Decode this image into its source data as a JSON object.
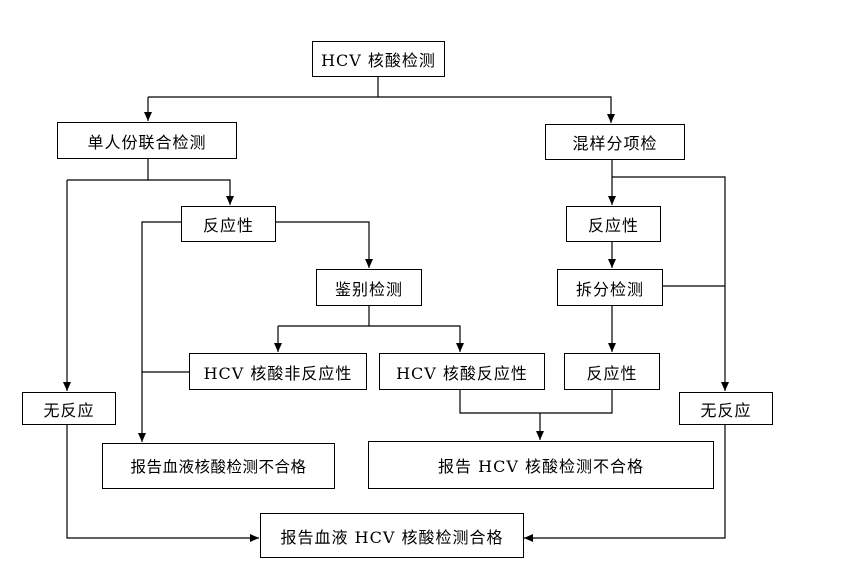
{
  "nodes": {
    "hcv_test": "HCV 核酸检测",
    "single_joint": "单人份联合检测",
    "pooled": "混样分项检",
    "reactive_left": "反应性",
    "reactive_right": "反应性",
    "identify": "鉴别检测",
    "split_test": "拆分检测",
    "hcv_nonreactive": "HCV 核酸非反应性",
    "hcv_reactive": "HCV  核酸反应性",
    "reactive_bottom": "反应性",
    "no_reaction_left": "无反应",
    "no_reaction_right": "无反应",
    "report_blood_fail": "报告血液核酸检测不合格",
    "report_hcv_fail": "报告 HCV 核酸检测不合格",
    "report_pass": "报告血液 HCV 核酸检测合格"
  }
}
